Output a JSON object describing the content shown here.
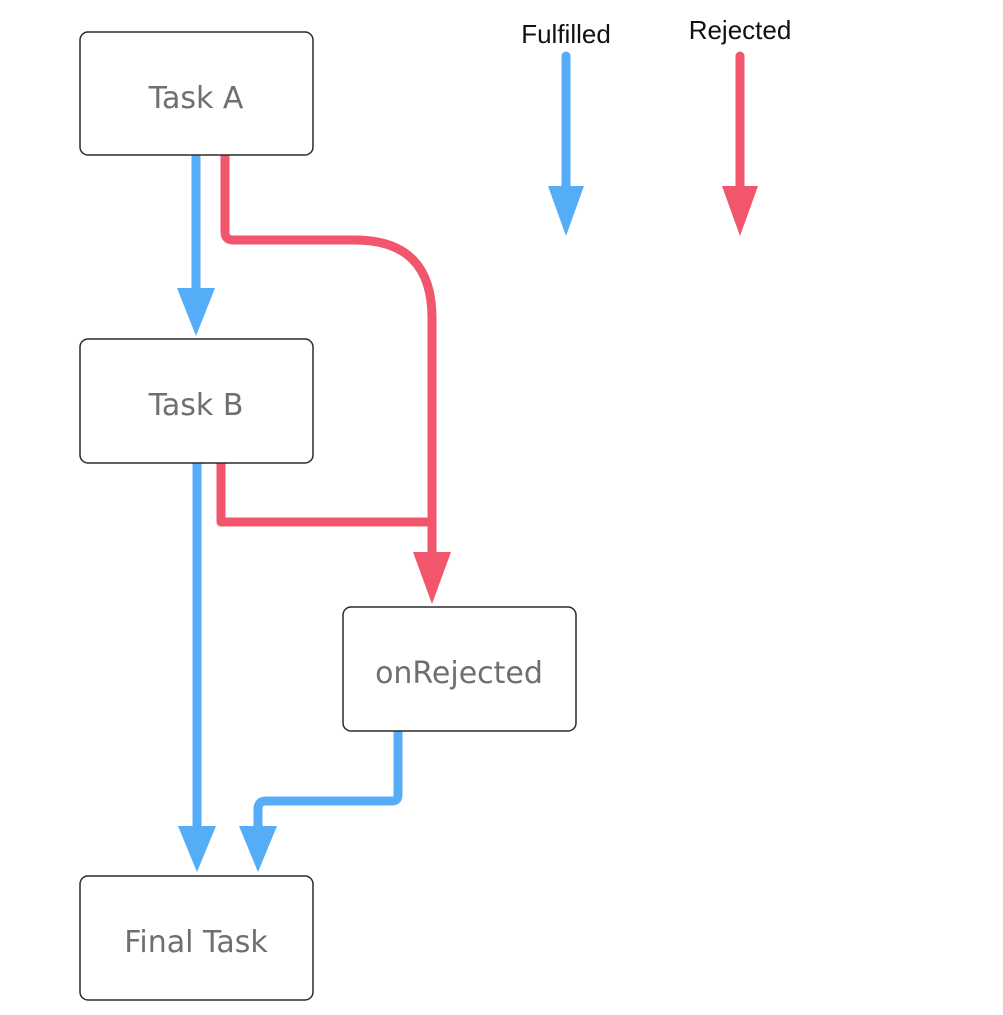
{
  "legend": {
    "fulfilled": "Fulfilled",
    "rejected": "Rejected"
  },
  "nodes": {
    "task_a": "Task A",
    "task_b": "Task B",
    "on_rejected": "onRejected",
    "final_task": "Final Task"
  },
  "colors": {
    "fulfilled": "#55acf7",
    "rejected": "#f2566c"
  }
}
